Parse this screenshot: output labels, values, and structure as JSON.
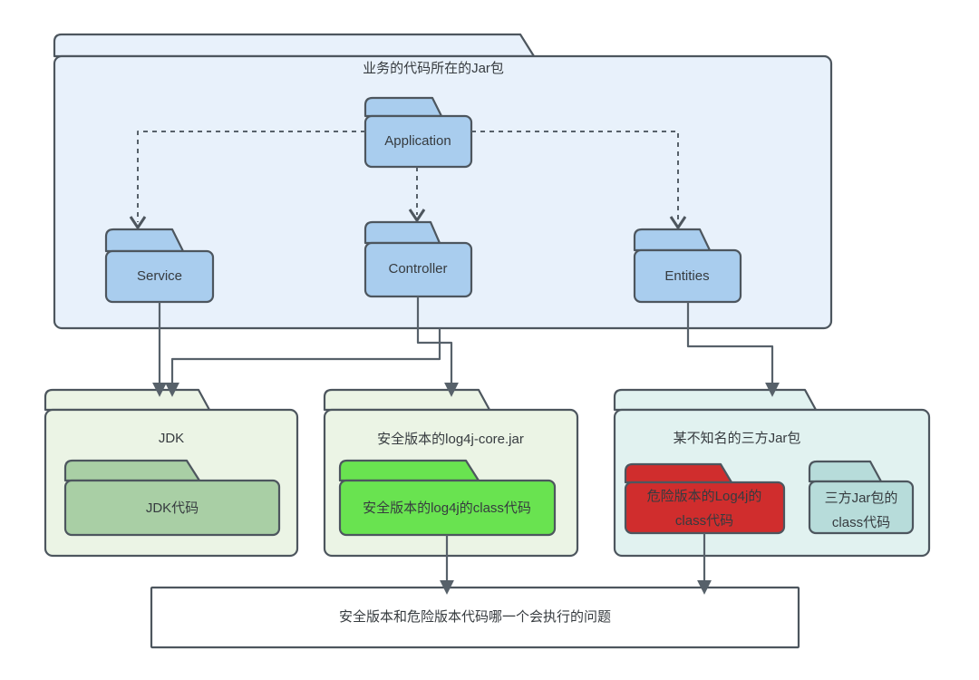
{
  "business_jar": {
    "title": "业务的代码所在的Jar包",
    "packages": {
      "application": "Application",
      "service": "Service",
      "controller": "Controller",
      "entities": "Entities"
    }
  },
  "jdk_jar": {
    "title": "JDK",
    "inner_code": "JDK代码"
  },
  "safe_log4j_jar": {
    "title": "安全版本的log4j-core.jar",
    "inner_code": "安全版本的log4j的class代码"
  },
  "third_party_jar": {
    "title": "某不知名的三方Jar包",
    "dangerous_code_line1": "危险版本的Log4j的",
    "dangerous_code_line2": "class代码",
    "other_code_line1": "三方Jar包的",
    "other_code_line2": "class代码"
  },
  "question_box": {
    "text": "安全版本和危险版本代码哪一个会执行的问题"
  },
  "colors": {
    "container_blue": "#e8f1fb",
    "package_blue": "#a9cdee",
    "jar_light_green": "#ebf4e5",
    "jdk_code_green": "#a9cfa5",
    "safe_code_green": "#69e350",
    "third_party_light_teal": "#e1f2f0",
    "third_party_code_teal": "#b7dcda",
    "danger_red": "#d02d2d",
    "outline": "#4d565e",
    "question_bg": "#ffffff"
  }
}
